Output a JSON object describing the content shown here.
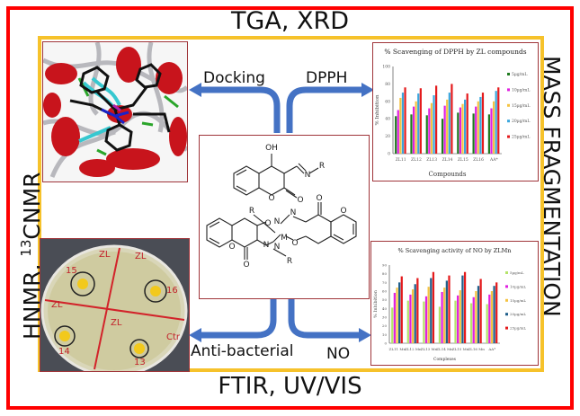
{
  "labels": {
    "top": "TGA, XRD",
    "bottom": "FTIR, UV/VIS",
    "left_prefix": "HNMR, ",
    "left_sup": "13",
    "left_suffix": "CNMR",
    "right": "MASS FRAGMENTATION"
  },
  "arrows": {
    "docking": "Docking",
    "dpph": "DPPH",
    "antibacterial": "Anti-bacterial",
    "no": "NO"
  },
  "colors": {
    "outer_border": "#ff0000",
    "inner_border": "#f6c22b",
    "arrow": "#4472c4",
    "panel_border": "#a0353a"
  },
  "structure": {
    "oh": "OH",
    "r": "R",
    "n": "N",
    "o": "O",
    "m": "M"
  },
  "plate_labels": [
    "15",
    "16",
    "14",
    "13",
    "ZL",
    "ZL",
    "ZL",
    "ZL",
    "Ctr"
  ],
  "chart_data": [
    {
      "type": "bar",
      "title": "% Scavenging of DPPH by ZL compounds",
      "xlabel": "Compounds",
      "ylabel": "% Inhibition",
      "ylim": [
        0,
        100
      ],
      "yticks": [
        0,
        20,
        40,
        60,
        80,
        100
      ],
      "categories": [
        "ZL11",
        "ZL12",
        "ZL13",
        "ZL14",
        "ZL15",
        "ZL16",
        "AA*"
      ],
      "legend_position": "right",
      "series": [
        {
          "name": "5µg/mL",
          "color": "#1f7a1f",
          "values": [
            43,
            45,
            44,
            40,
            47,
            46,
            45
          ]
        },
        {
          "name": "10µg/mL",
          "color": "#e020e0",
          "values": [
            50,
            54,
            52,
            55,
            53,
            54,
            52
          ]
        },
        {
          "name": "15µg/mL",
          "color": "#f5c342",
          "values": [
            64,
            60,
            58,
            62,
            57,
            60,
            60
          ]
        },
        {
          "name": "20µg/mL",
          "color": "#3aa6dd",
          "values": [
            70,
            69,
            67,
            70,
            62,
            65,
            72
          ]
        },
        {
          "name": "25µg/mL",
          "color": "#e41a1c",
          "values": [
            76,
            75,
            78,
            80,
            69,
            70,
            76
          ]
        }
      ]
    },
    {
      "type": "bar",
      "title": "% Scavenging activity of NO by ZLMn",
      "xlabel": "Complexes",
      "ylabel": "% Inhibition",
      "ylim": [
        0,
        90
      ],
      "yticks": [
        0,
        10,
        20,
        30,
        40,
        50,
        60,
        70,
        80,
        90
      ],
      "categories": [
        "ZL11 Mn",
        "ZL12 Mn",
        "ZL13 Mn",
        "ZL14 Mn",
        "ZL15 Mn",
        "ZL16 Mn",
        "AA*"
      ],
      "legend_position": "right",
      "series": [
        {
          "name": "5µg/mL",
          "color": "#b5e36a",
          "values": [
            41,
            49,
            48,
            42,
            49,
            46,
            45
          ]
        },
        {
          "name": "10µg/mL",
          "color": "#e020e0",
          "values": [
            58,
            56,
            54,
            59,
            55,
            53,
            56
          ]
        },
        {
          "name": "15µg/mL",
          "color": "#f5c342",
          "values": [
            64,
            62,
            65,
            64,
            61,
            60,
            60
          ]
        },
        {
          "name": "20µg/mL",
          "color": "#1f5f8b",
          "values": [
            70,
            68,
            75,
            72,
            78,
            66,
            66
          ]
        },
        {
          "name": "25µg/mL",
          "color": "#e41a1c",
          "values": [
            77,
            75,
            82,
            78,
            82,
            74,
            70
          ]
        }
      ]
    }
  ]
}
